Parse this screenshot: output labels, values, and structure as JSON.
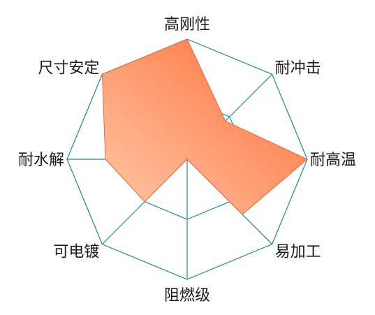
{
  "chart_data": {
    "type": "radar",
    "title": "",
    "grid": true,
    "legend": "none",
    "rmax": 1,
    "grid_levels": [
      0.5,
      1
    ],
    "axes": [
      "高刚性",
      "耐冲击",
      "耐高温",
      "易加工",
      "阻燃级",
      "可电镀",
      "耐水解",
      "尺寸安定"
    ],
    "series": [
      {
        "name": "",
        "values": [
          1.0,
          0.45,
          1.0,
          0.65,
          0.0,
          0.5,
          0.68,
          1.0
        ]
      }
    ],
    "colors": {
      "grid": "#1f8a8a",
      "fill_from": "#ffc9a8",
      "fill_to": "#ff6b35",
      "fill_stroke": "#e86a3a",
      "label": "#1a1a1a"
    }
  }
}
